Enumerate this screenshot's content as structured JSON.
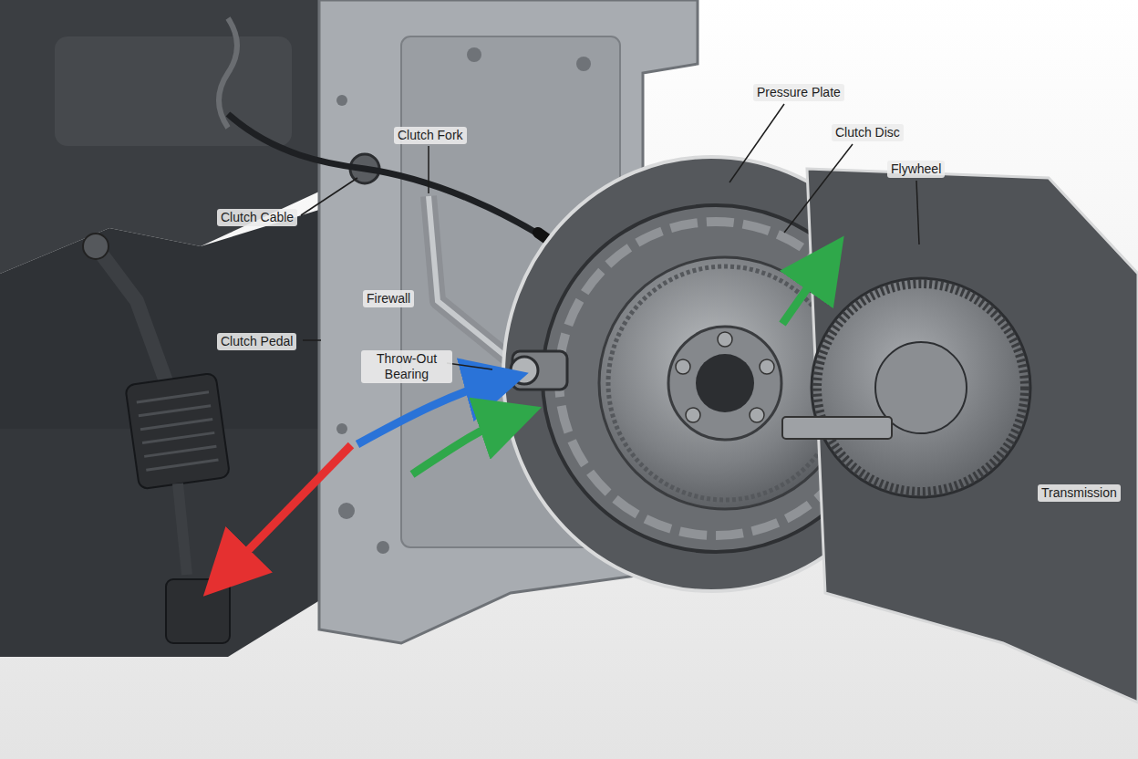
{
  "diagram": {
    "labels": [
      "Pressure Plate",
      "Clutch Fork",
      "Clutch Disc",
      "Flywheel",
      "Clutch Cable",
      "Firewall",
      "Clutch Pedal",
      "Throw-Out Bearing",
      "Transmission"
    ]
  }
}
